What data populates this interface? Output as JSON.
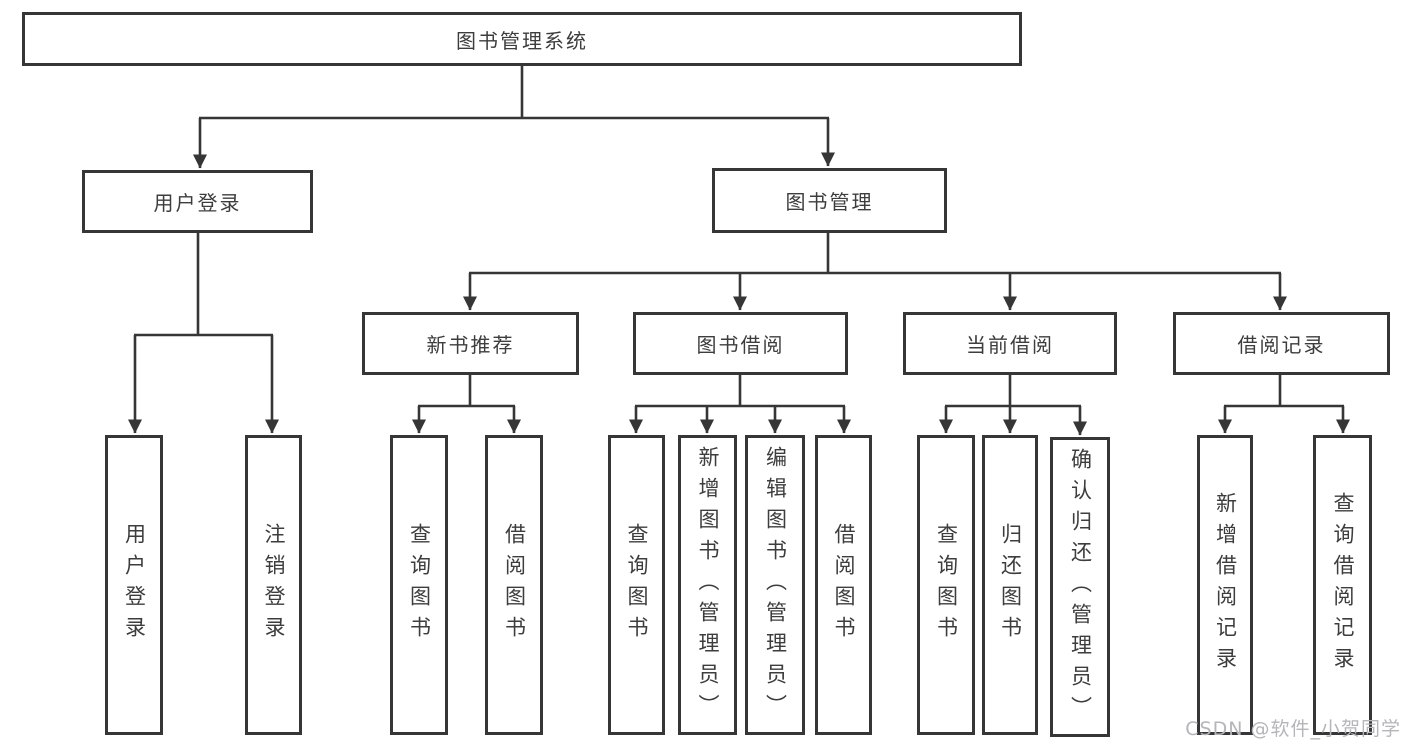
{
  "diagram": {
    "root": {
      "label": "图书管理系统"
    },
    "level2": [
      {
        "label": "用户登录",
        "children": [
          {
            "label": "用户登录"
          },
          {
            "label": "注销登录"
          }
        ]
      },
      {
        "label": "图书管理",
        "children": [
          {
            "label": "新书推荐",
            "children": [
              {
                "label": "查询图书"
              },
              {
                "label": "借阅图书"
              }
            ]
          },
          {
            "label": "图书借阅",
            "children": [
              {
                "label": "查询图书"
              },
              {
                "label": "新增图书（管理员）"
              },
              {
                "label": "编辑图书（管理员）"
              },
              {
                "label": "借阅图书"
              }
            ]
          },
          {
            "label": "当前借阅",
            "children": [
              {
                "label": "查询图书"
              },
              {
                "label": "归还图书"
              },
              {
                "label": "确认归还（管理员）"
              }
            ]
          },
          {
            "label": "借阅记录",
            "children": [
              {
                "label": "新增借阅记录"
              },
              {
                "label": "查询借阅记录"
              }
            ]
          }
        ]
      }
    ]
  },
  "watermark": {
    "text": "CSDN @软件_小贺同学"
  },
  "colors": {
    "line": "#363636",
    "box_border": "#363636",
    "text": "#3d3d3d",
    "watermark": "#b5b5ba",
    "background": "#ffffff"
  }
}
